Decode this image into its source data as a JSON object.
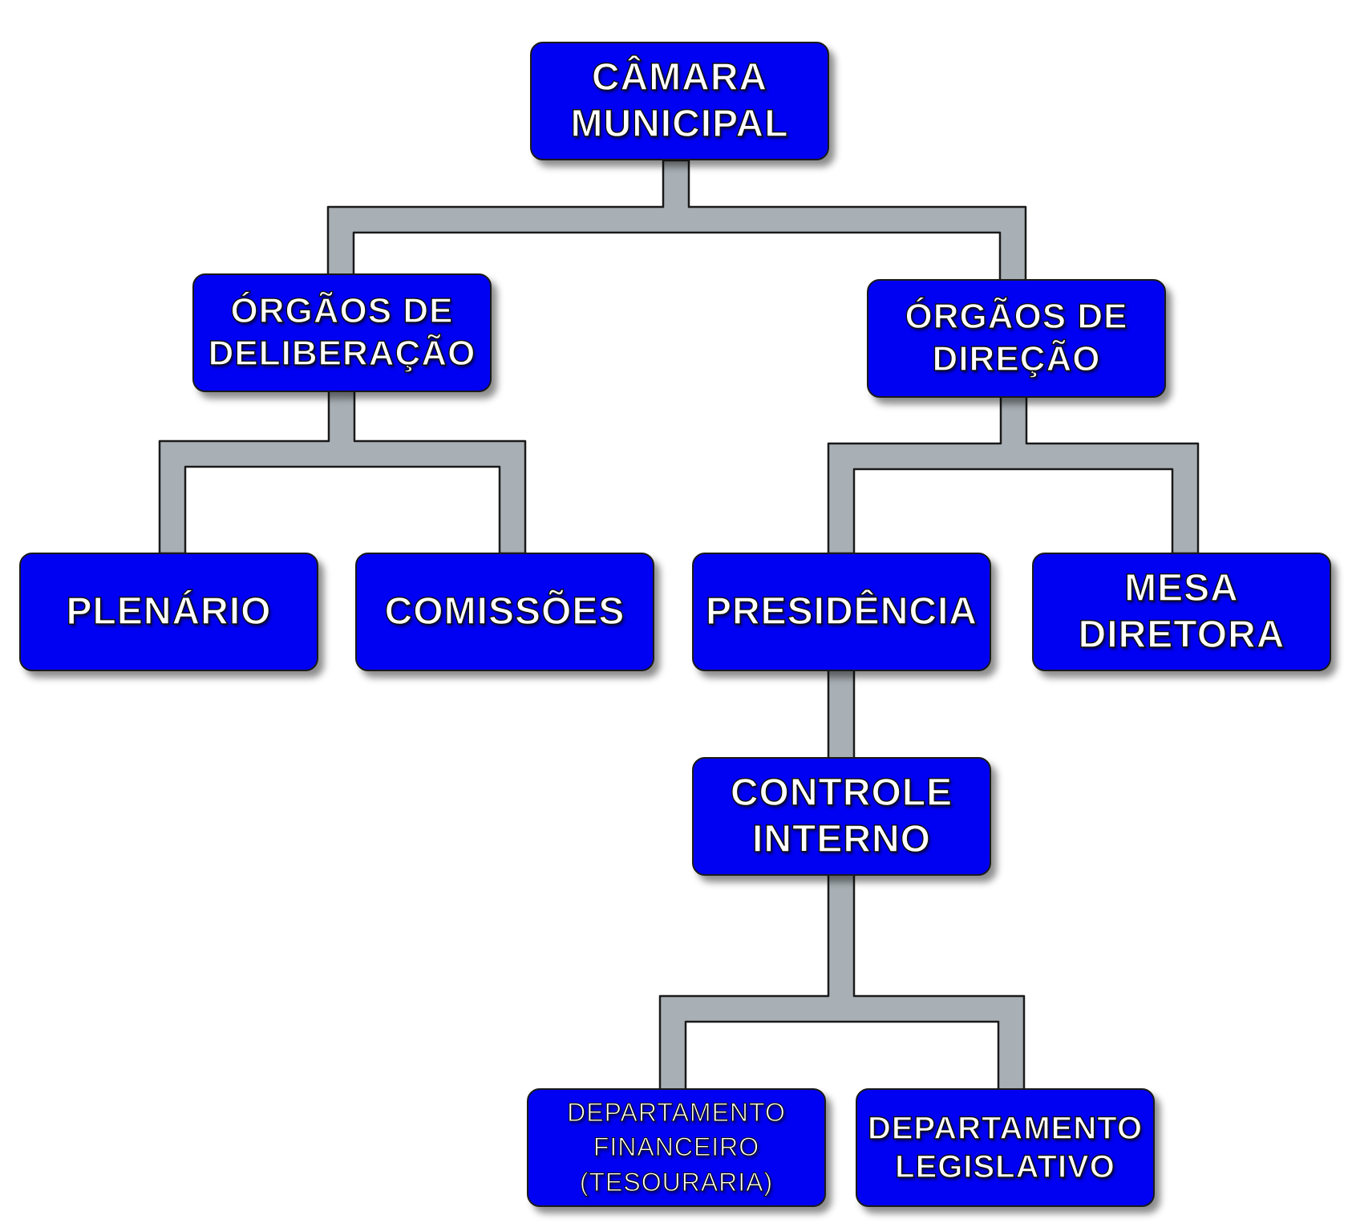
{
  "diagram": {
    "nodes": {
      "camara": {
        "lines": [
          "CÂMARA",
          "MUNICIPAL"
        ]
      },
      "orgaos_deliberacao": {
        "lines": [
          "ÓRGÃOS DE",
          "DELIBERAÇÃO"
        ]
      },
      "orgaos_direcao": {
        "lines": [
          "ÓRGÃOS DE",
          "DIREÇÃO"
        ]
      },
      "plenario": {
        "lines": [
          "PLENÁRIO"
        ]
      },
      "comissoes": {
        "lines": [
          "COMISSÕES"
        ]
      },
      "presidencia": {
        "lines": [
          "PRESIDÊNCIA"
        ]
      },
      "mesa_diretora": {
        "lines": [
          "MESA",
          "DIRETORA"
        ]
      },
      "controle_interno": {
        "lines": [
          "CONTROLE",
          "INTERNO"
        ]
      },
      "departamento_financeiro": {
        "lines": [
          "DEPARTAMENTO",
          "FINANCEIRO",
          "(TESOURARIA)"
        ]
      },
      "departamento_legislativo": {
        "lines": [
          "DEPARTAMENTO",
          "LEGISLATIVO"
        ]
      }
    },
    "colors": {
      "box_fill": "#0000f2",
      "box_border": "#1a1a1a",
      "connector_fill": "#a9b0b5",
      "connector_border": "#1a1a1a",
      "text": "#ffffff"
    }
  }
}
